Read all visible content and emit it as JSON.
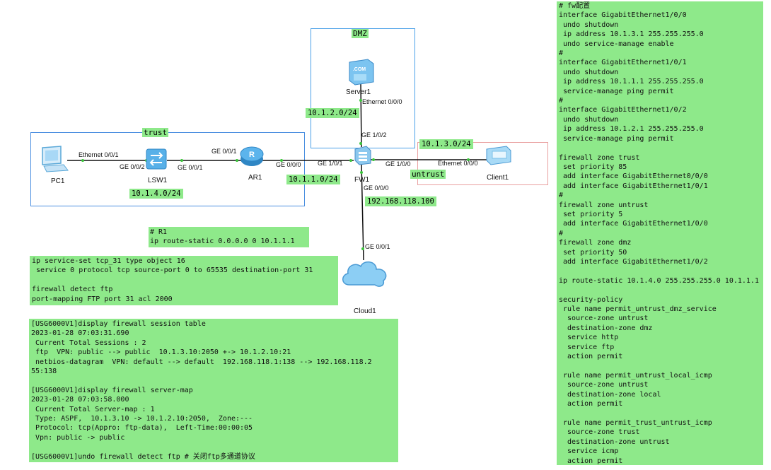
{
  "zones": {
    "dmz": "DMZ",
    "trust": "trust",
    "untrust": "untrust"
  },
  "devices": {
    "pc1": "PC1",
    "lsw1": "LSW1",
    "ar1": "AR1",
    "fw1": "FW1",
    "server1": "Server1",
    "client1": "Client1",
    "cloud1": "Cloud1"
  },
  "ports": {
    "pc1_eth": "Ethernet 0/0/1",
    "lsw1_ge2": "GE 0/0/2",
    "lsw1_ge1": "GE 0/0/1",
    "ar1_ge1": "GE 0/0/1",
    "ar1_ge0": "GE 0/0/0",
    "fw_ge101": "GE 1/0/1",
    "fw_ge102": "GE 1/0/2",
    "fw_ge100": "GE 1/0/0",
    "fw_ge000": "GE 0/0/0",
    "server_eth": "Ethernet 0/0/0",
    "client_eth": "Ethernet 0/0/0",
    "cloud_ge": "GE 0/0/1"
  },
  "networks": {
    "n1": "10.1.2.0/24",
    "n2": "10.1.3.0/24",
    "n3": "10.1.1.0/24",
    "n4": "10.1.4.0/24",
    "n5": "192.168.118.100"
  },
  "icons": {
    "server_text": ".COM"
  },
  "r1_config": "# R1\nip route-static 0.0.0.0 0 10.1.1.1",
  "service_config": "ip service-set tcp_31 type object 16\n service 0 protocol tcp source-port 0 to 65535 destination-port 31\n\nfirewall detect ftp\nport-mapping FTP port 31 acl 2000",
  "session_output": "[USG6000V1]display firewall session table\n2023-01-28 07:03:31.690\n Current Total Sessions : 2\n ftp  VPN: public --> public  10.1.3.10:2050 +-> 10.1.2.10:21\n netbios-datagram  VPN: default --> default  192.168.118.1:138 --> 192.168.118.2\n55:138\n\n[USG6000V1]display firewall server-map\n2023-01-28 07:03:58.000\n Current Total Server-map : 1\n Type: ASPF,  10.1.3.10 -> 10.1.2.10:2050,  Zone:---\n Protocol: tcp(Appro: ftp-data),  Left-Time:00:00:05\n Vpn: public -> public\n\n[USG6000V1]undo firewall detect ftp # 关闭ftp多通道协议",
  "fw_config": "# fw配置\ninterface GigabitEthernet1/0/0\n undo shutdown\n ip address 10.1.3.1 255.255.255.0\n undo service-manage enable\n#\ninterface GigabitEthernet1/0/1\n undo shutdown\n ip address 10.1.1.1 255.255.255.0\n service-manage ping permit\n#\ninterface GigabitEthernet1/0/2\n undo shutdown\n ip address 10.1.2.1 255.255.255.0\n service-manage ping permit\n\nfirewall zone trust\n set priority 85\n add interface GigabitEthernet0/0/0\n add interface GigabitEthernet1/0/1\n#\nfirewall zone untrust\n set priority 5\n add interface GigabitEthernet1/0/0\n#\nfirewall zone dmz\n set priority 50\n add interface GigabitEthernet1/0/2\n\nip route-static 10.1.4.0 255.255.255.0 10.1.1.1\n\nsecurity-policy\n rule name permit_untrust_dmz_service\n  source-zone untrust\n  destination-zone dmz\n  service http\n  service ftp\n  action permit\n\n rule name permit_untrust_local_icmp\n  source-zone untrust\n  destination-zone local\n  action permit\n\n rule name permit_trust_untrust_icmp\n  source-zone trust\n  destination-zone untrust\n  service icmp\n  action permit"
}
